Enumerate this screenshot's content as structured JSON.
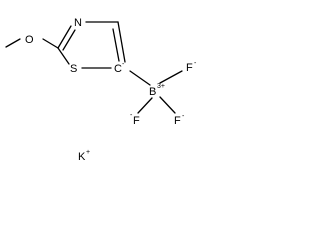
{
  "molecule": {
    "atoms": {
      "oxygen": {
        "symbol": "O"
      },
      "nitrogen": {
        "symbol": "N"
      },
      "sulfur": {
        "symbol": "S"
      },
      "carbanion": {
        "symbol": "C",
        "charge": "-"
      },
      "boron": {
        "symbol": "B",
        "charge": "3+"
      },
      "fluorine_top": {
        "symbol": "F",
        "charge": "-"
      },
      "fluorine_bottom_left": {
        "symbol": "F",
        "charge": "-"
      },
      "fluorine_bottom_right": {
        "symbol": "F",
        "charge": "-"
      }
    },
    "counterion": {
      "symbol": "K",
      "charge": "+"
    }
  }
}
